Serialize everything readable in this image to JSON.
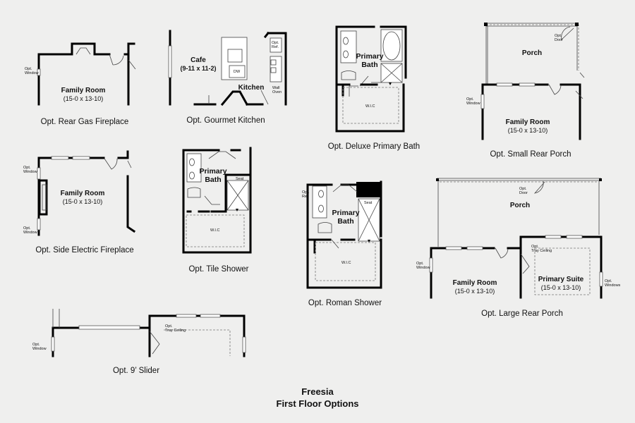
{
  "title": {
    "line1": "Freesia",
    "line2": "First Floor Options"
  },
  "captions": {
    "rear_gas_fireplace": "Opt. Rear Gas Fireplace",
    "gourmet_kitchen": "Opt. Gourmet Kitchen",
    "deluxe_primary_bath": "Opt. Deluxe Primary Bath",
    "small_rear_porch": "Opt. Small Rear Porch",
    "side_electric_fireplace": "Opt. Side Electric Fireplace",
    "tile_shower": "Opt. Tile Shower",
    "roman_shower": "Opt. Roman Shower",
    "large_rear_porch": "Opt. Large Rear Porch",
    "slider": "Opt. 9’ Slider"
  },
  "labels": {
    "family_room": "Family Room",
    "family_room_dim": "(15-0 x 13-10)",
    "cafe": "Cafe",
    "cafe_dim": "(9-11 x 11-2)",
    "kitchen": "Kitchen",
    "primary_bath_1": "Primary",
    "primary_bath_2": "Bath",
    "porch": "Porch",
    "primary_suite": "Primary Suite",
    "primary_suite_dim": "(15-0 x 13-10)",
    "wic": "W.I.C",
    "seat": "Seat",
    "dw": "DW",
    "opt_window_1": "Opt.",
    "opt_window_2": "Window",
    "opt_windows_2": "Windows",
    "opt_door_2": "Door",
    "opt_ref_2": "Ref.",
    "opt_ref_partial": "Ref.",
    "wall_oven_1": "Wall",
    "wall_oven_2": "Oven",
    "tray_ceiling": "Tray Ceiling",
    "opt_prefix": "Opt."
  }
}
